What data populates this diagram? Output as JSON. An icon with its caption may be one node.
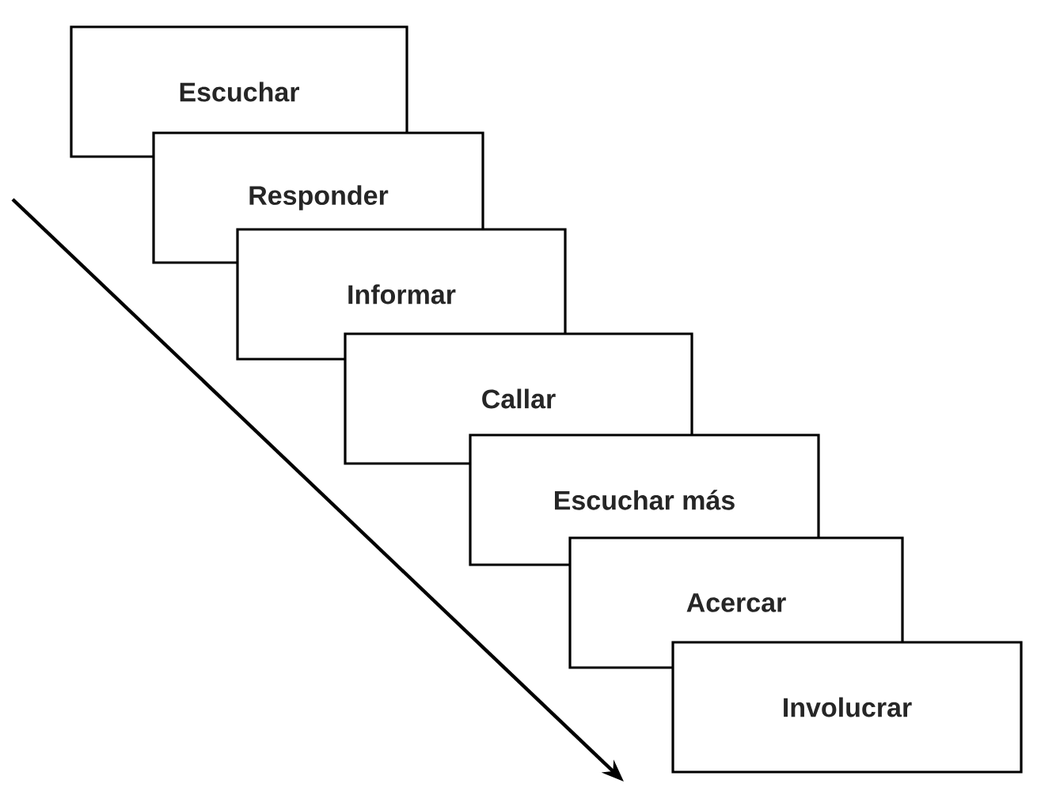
{
  "diagram": {
    "nodes": [
      {
        "text": [
          "Escuchar"
        ]
      },
      {
        "text": [
          "Responder"
        ]
      },
      {
        "text": [
          "Informar"
        ]
      },
      {
        "text": [
          "Callar"
        ]
      },
      {
        "text": [
          "Escuchar más"
        ]
      },
      {
        "text": [
          "Acercar"
        ]
      },
      {
        "text": [
          "Involucrar"
        ]
      }
    ]
  }
}
